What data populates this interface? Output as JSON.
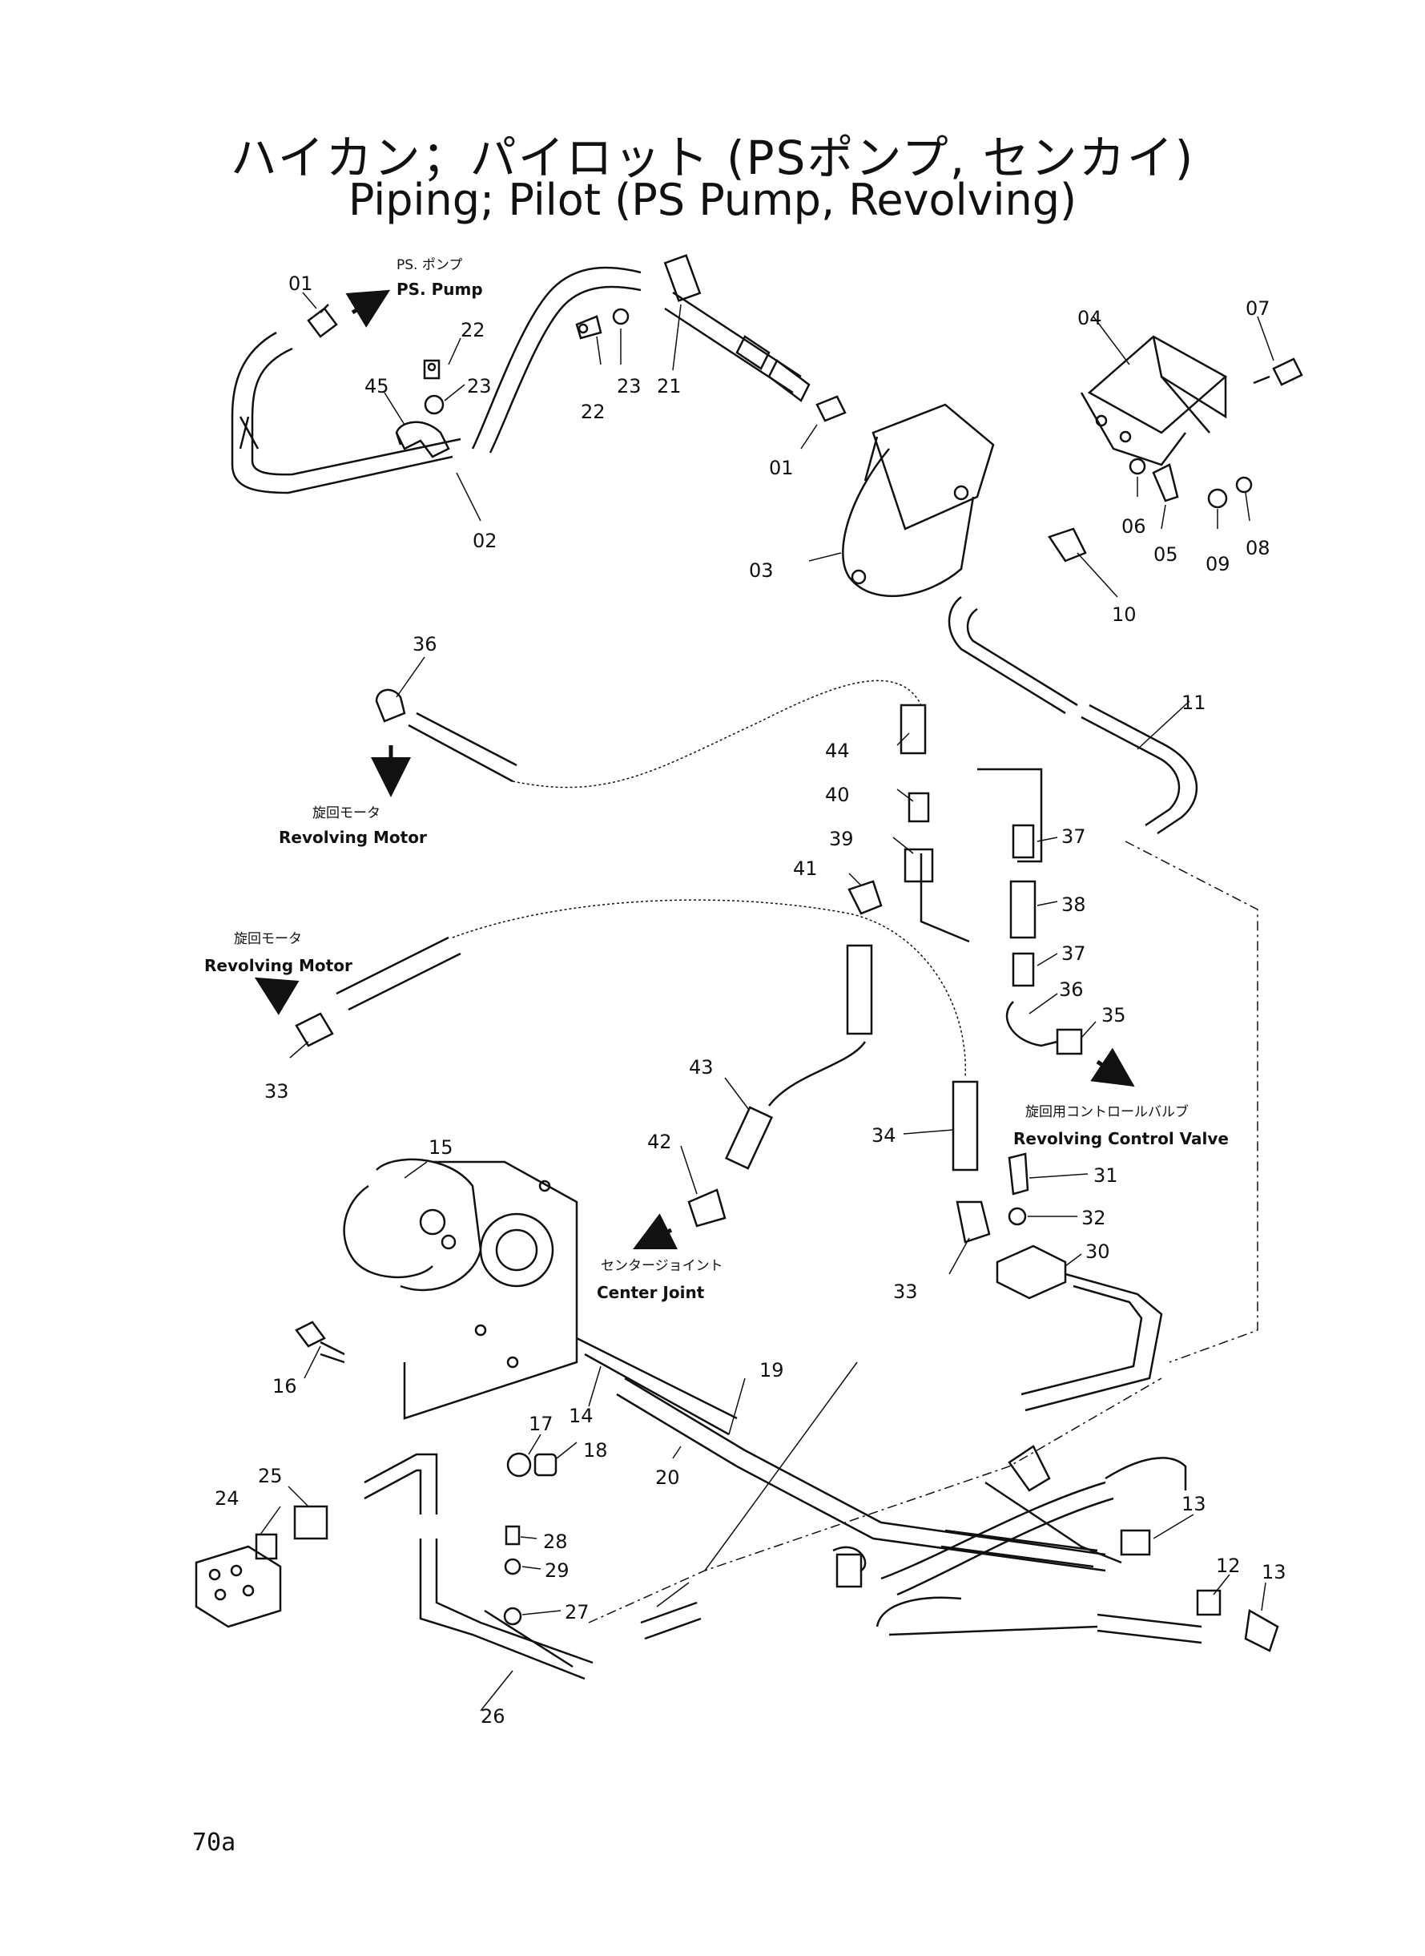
{
  "title_jp": "ハイカン；パイロット (PSポンプ, センカイ)",
  "title_en": "Piping; Pilot  (PS  Pump, Revolving)",
  "page_number": "70a",
  "destinations": {
    "ps_pump_jp": "PS. ポンプ",
    "ps_pump_en": "PS. Pump",
    "rev_motor_1_jp": "旋回モータ",
    "rev_motor_1_en": "Revolving Motor",
    "rev_motor_2_jp": "旋回モータ",
    "rev_motor_2_en": "Revolving Motor",
    "control_valve_jp": "旋回用コントロールバルブ",
    "control_valve_en": "Revolving Control Valve",
    "center_joint_jp": "センタージョイント",
    "center_joint_en": "Center Joint"
  },
  "part_numbers": {
    "p01a": "01",
    "p01b": "01",
    "p02": "02",
    "p03": "03",
    "p04": "04",
    "p05": "05",
    "p06": "06",
    "p07": "07",
    "p08": "08",
    "p09": "09",
    "p10": "10",
    "p11": "11",
    "p12": "12",
    "p13a": "13",
    "p13b": "13",
    "p14": "14",
    "p15": "15",
    "p16": "16",
    "p17": "17",
    "p18": "18",
    "p19": "19",
    "p20": "20",
    "p21": "21",
    "p22a": "22",
    "p22b": "22",
    "p23a": "23",
    "p23b": "23",
    "p24": "24",
    "p25": "25",
    "p26": "26",
    "p27": "27",
    "p28": "28",
    "p29": "29",
    "p30": "30",
    "p31": "31",
    "p32": "32",
    "p33a": "33",
    "p33b": "33",
    "p34": "34",
    "p35": "35",
    "p36a": "36",
    "p36b": "36",
    "p37a": "37",
    "p37b": "37",
    "p38": "38",
    "p39": "39",
    "p40": "40",
    "p41": "41",
    "p42": "42",
    "p43": "43",
    "p44": "44",
    "p45": "45"
  }
}
